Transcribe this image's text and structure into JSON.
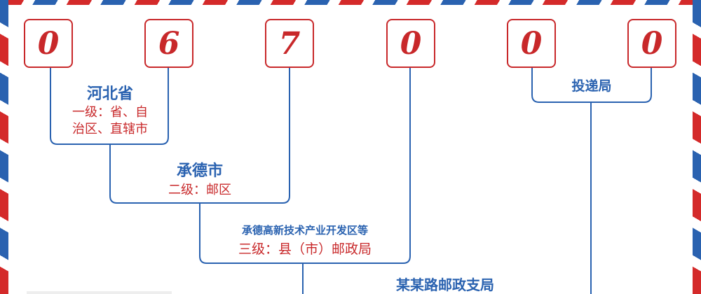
{
  "digits": [
    "0",
    "6",
    "7",
    "0",
    "0",
    "0"
  ],
  "levels": [
    {
      "name": "河北省",
      "desc_line1": "一级：省、自",
      "desc_line2": "治区、直辖市"
    },
    {
      "name": "承德市",
      "desc": "二级：邮区"
    },
    {
      "name": "承德高新技术产业开发区等",
      "desc": "三级：县（市）邮政局"
    },
    {
      "name": "某某路邮政支局"
    },
    {
      "name": "投递局"
    }
  ],
  "colors": {
    "red": "#c8282a",
    "blue": "#2a62b0"
  }
}
